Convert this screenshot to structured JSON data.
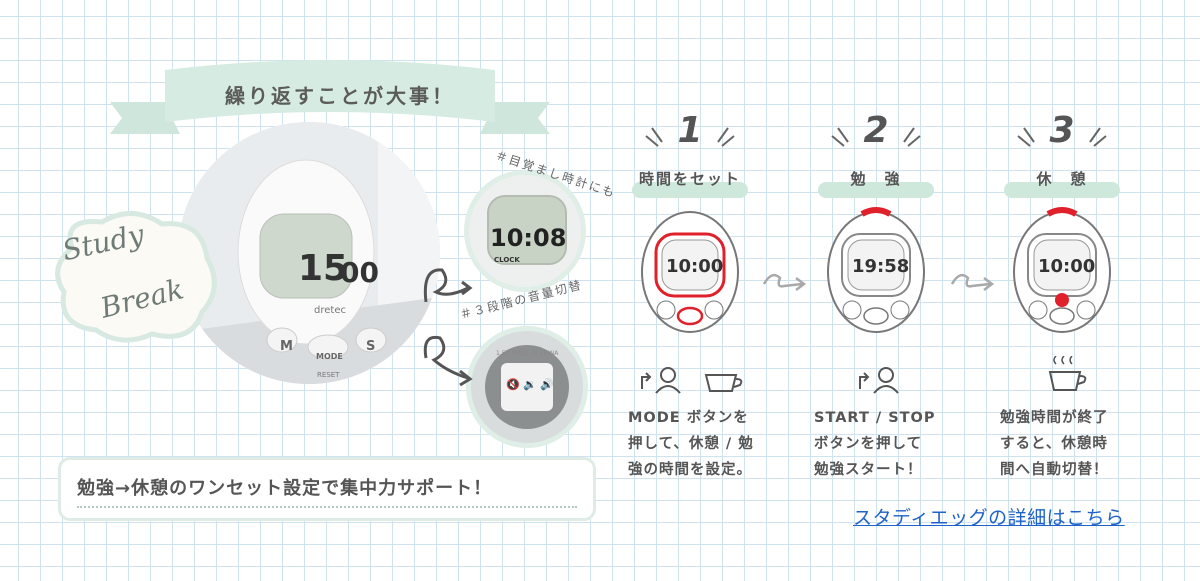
{
  "banner": {
    "title": "繰り返すことが大事！"
  },
  "badge": {
    "line1": "Study",
    "line2": "Break"
  },
  "device": {
    "brand": "dretec",
    "time_main": "15",
    "time_sub": "00",
    "mode": "MODE",
    "reset": "RESET",
    "btn_m": "M",
    "btn_s": "S"
  },
  "clock_view": {
    "time": "10:08",
    "label": "CLOCK",
    "caption": "＃目覚まし時計にも"
  },
  "volume_view": {
    "caption": "＃３段階の音量切替",
    "print": "1.5V  MADE IN CHINA"
  },
  "caption": {
    "text": "勉強→休憩のワンセット設定で集中力サポート！"
  },
  "steps": [
    {
      "num": "1",
      "label": "時間をセット",
      "time": "10:00",
      "desc": [
        "MODE ボタンを",
        "押して、休憩 / 勉",
        "強の時間を設定。"
      ]
    },
    {
      "num": "2",
      "label": "勉　強",
      "time": "19:58",
      "desc": [
        "START / STOP",
        "ボタンを押して",
        "勉強スタート！"
      ]
    },
    {
      "num": "3",
      "label": "休　憩",
      "time": "10:00",
      "desc": [
        "勉強時間が終了",
        "すると、休憩時",
        "間へ自動切替！"
      ]
    }
  ],
  "link": {
    "text": "スタディエッグの詳細はこちら"
  },
  "colors": {
    "accent_green": "#cfe8dc",
    "link_blue": "#1f62c9",
    "alert_red": "#e0202a"
  }
}
